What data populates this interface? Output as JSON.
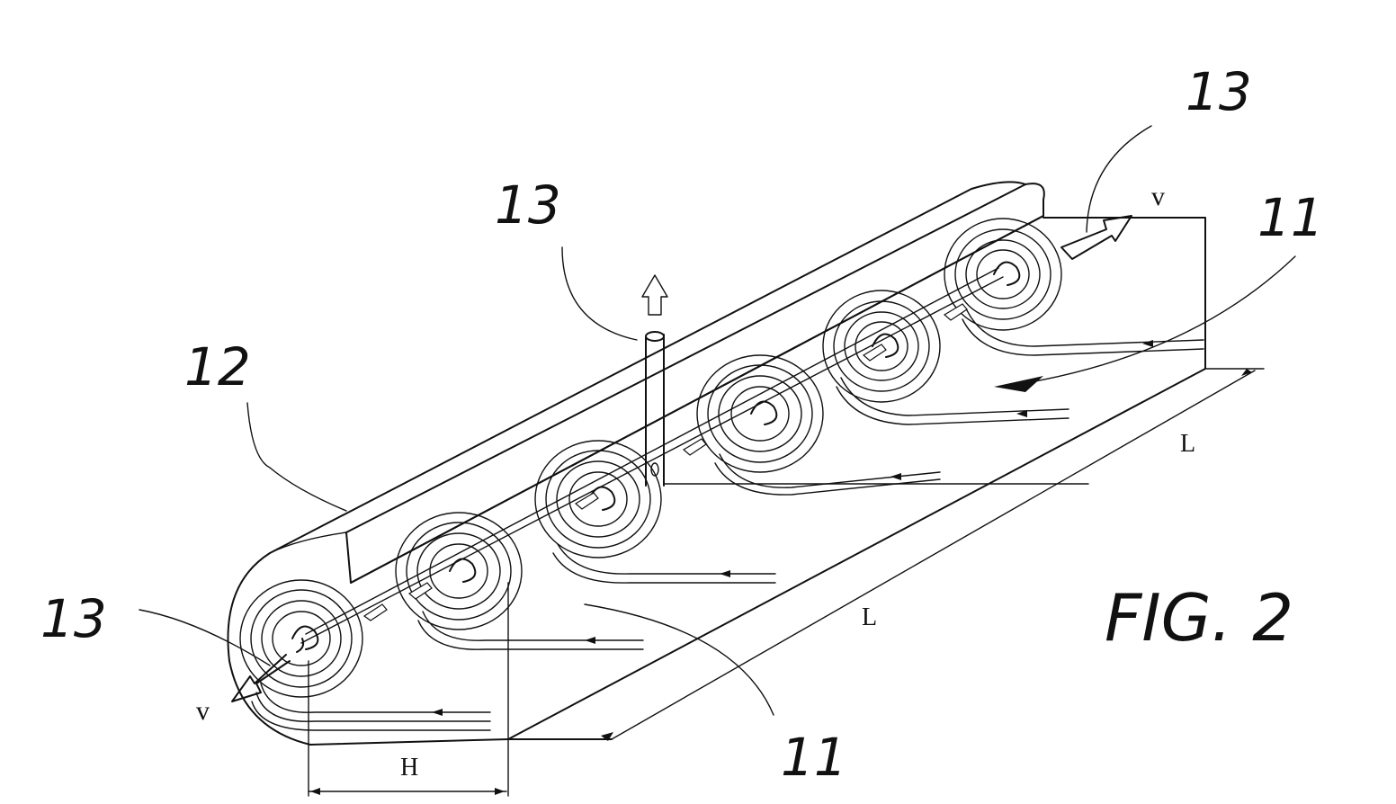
{
  "figure": {
    "caption": "FIG. 2",
    "labels": {
      "ref_13_top_center": "13",
      "ref_13_top_right": "13",
      "ref_13_left": "13",
      "ref_12": "12",
      "ref_11_right": "11",
      "ref_11_bottom": "11",
      "v_left": "v",
      "v_right": "v",
      "L_front": "L",
      "L_back": "L",
      "H": "H"
    }
  }
}
